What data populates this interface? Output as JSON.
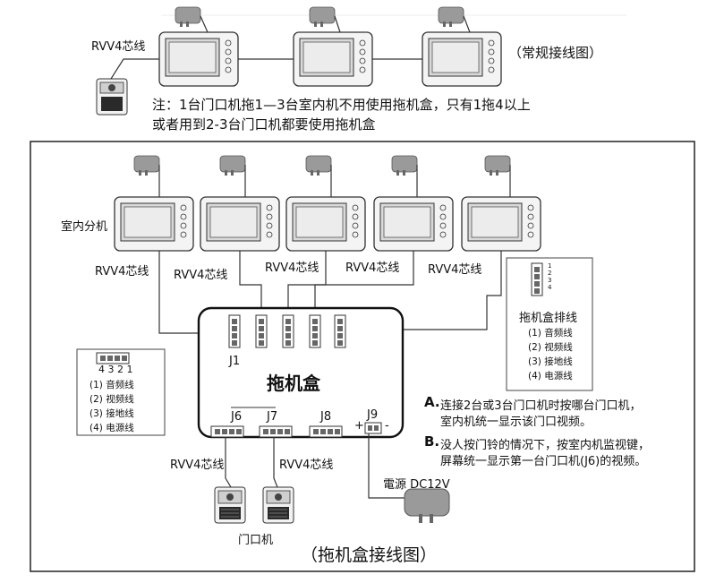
{
  "top": {
    "rvv_label": "RVV4芯线",
    "title": "（常规接线图）",
    "note_line1": "注：1台门口机拖1—3台室内机不用使用拖机盒，只有1拖4以上",
    "note_line2": "或者用到2-3台门口机都要使用拖机盒"
  },
  "box": {
    "indoor_label": "室内分机",
    "rvv_labels": [
      "RVV4芯线",
      "RVV4芯线",
      "RVV4芯线",
      "RVV4芯线",
      "RVV4芯线"
    ],
    "switch_title": "拖机盒",
    "j1": "J1",
    "j6": "J6",
    "j7": "J7",
    "j8": "J8",
    "j9": "J9",
    "plus": "+",
    "minus": "-",
    "ribbon_title": "拖机盒排线",
    "ribbon_pins": [
      "1",
      "2",
      "3",
      "4"
    ],
    "ribbon_items": [
      "(1) 音频线",
      "(2) 视频线",
      "(3) 接地线",
      "(4) 电源线"
    ],
    "left_pins": "4 3 2 1",
    "left_items": [
      "(1) 音频线",
      "(2) 视频线",
      "(3) 接地线",
      "(4) 电源线"
    ],
    "note_a_letter": "A.",
    "note_a_line1": "连接2台或3台门口机时按哪台门口机，",
    "note_a_line2": "室内机统一显示该门口视频。",
    "note_b_letter": "B.",
    "note_b_line1": "没人按门铃的情况下，按室内机监视键，",
    "note_b_line2": "屏幕统一显示第一台门口机(J6)的视频。",
    "door_rvv_labels": [
      "RVV4芯线",
      "RVV4芯线"
    ],
    "door_label": "门口机",
    "power_label": "電源 DC12V",
    "bottom_title": "（拖机盒接线图）"
  }
}
